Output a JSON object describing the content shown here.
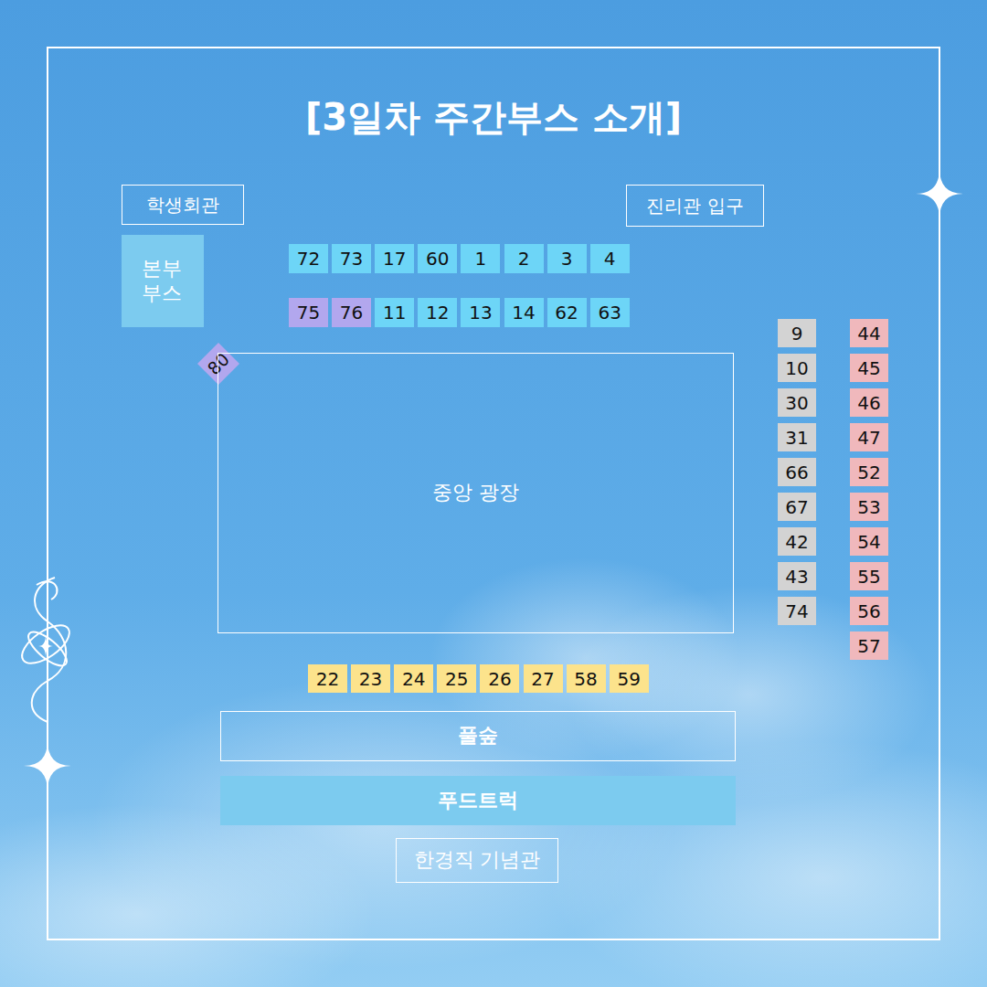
{
  "diagram": {
    "title": "[3일차 주간부스 소개]",
    "nodes": [
      {
        "text": [
          "학생회관"
        ]
      },
      {
        "text": [
          "진리관 입구"
        ]
      },
      {
        "text": [
          "본부 부스"
        ]
      },
      {
        "text": [
          "72"
        ]
      },
      {
        "text": [
          "73"
        ]
      },
      {
        "text": [
          "17"
        ]
      },
      {
        "text": [
          "60"
        ]
      },
      {
        "text": [
          "1"
        ]
      },
      {
        "text": [
          "2"
        ]
      },
      {
        "text": [
          "3"
        ]
      },
      {
        "text": [
          "4"
        ]
      },
      {
        "text": [
          "75"
        ]
      },
      {
        "text": [
          "76"
        ]
      },
      {
        "text": [
          "11"
        ]
      },
      {
        "text": [
          "12"
        ]
      },
      {
        "text": [
          "13"
        ]
      },
      {
        "text": [
          "14"
        ]
      },
      {
        "text": [
          "62"
        ]
      },
      {
        "text": [
          "63"
        ]
      },
      {
        "text": [
          "80"
        ]
      },
      {
        "text": [
          "중앙 광장"
        ]
      },
      {
        "text": [
          "9"
        ]
      },
      {
        "text": [
          "10"
        ]
      },
      {
        "text": [
          "30"
        ]
      },
      {
        "text": [
          "31"
        ]
      },
      {
        "text": [
          "66"
        ]
      },
      {
        "text": [
          "67"
        ]
      },
      {
        "text": [
          "42"
        ]
      },
      {
        "text": [
          "43"
        ]
      },
      {
        "text": [
          "74"
        ]
      },
      {
        "text": [
          "44"
        ]
      },
      {
        "text": [
          "45"
        ]
      },
      {
        "text": [
          "46"
        ]
      },
      {
        "text": [
          "47"
        ]
      },
      {
        "text": [
          "52"
        ]
      },
      {
        "text": [
          "53"
        ]
      },
      {
        "text": [
          "54"
        ]
      },
      {
        "text": [
          "55"
        ]
      },
      {
        "text": [
          "56"
        ]
      },
      {
        "text": [
          "57"
        ]
      },
      {
        "text": [
          "22"
        ]
      },
      {
        "text": [
          "23"
        ]
      },
      {
        "text": [
          "24"
        ]
      },
      {
        "text": [
          "25"
        ]
      },
      {
        "text": [
          "26"
        ]
      },
      {
        "text": [
          "27"
        ]
      },
      {
        "text": [
          "58"
        ]
      },
      {
        "text": [
          "59"
        ]
      },
      {
        "text": [
          "풀숲"
        ]
      },
      {
        "text": [
          "푸드트럭"
        ]
      },
      {
        "text": [
          "한경직 기념관"
        ]
      }
    ]
  }
}
